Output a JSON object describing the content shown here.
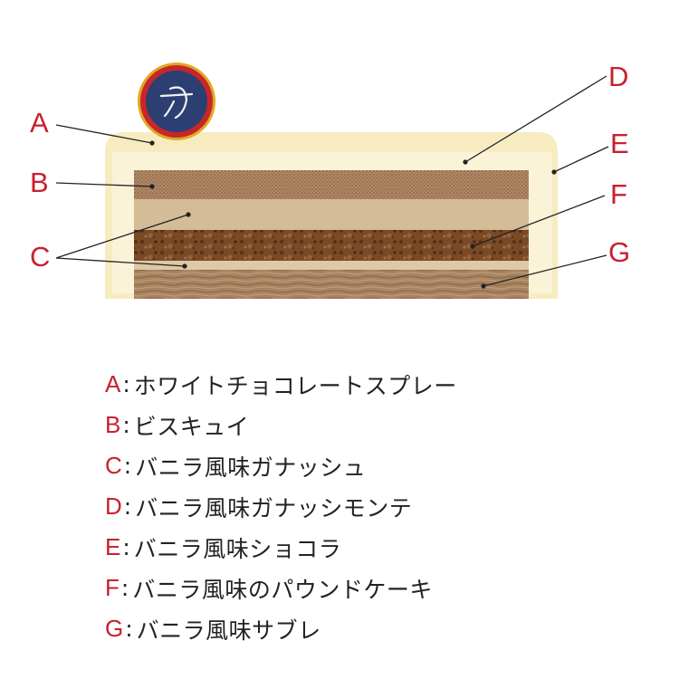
{
  "diagram": {
    "callouts": [
      {
        "letter": "A"
      },
      {
        "letter": "B"
      },
      {
        "letter": "C"
      },
      {
        "letter": "D"
      },
      {
        "letter": "E"
      },
      {
        "letter": "F"
      },
      {
        "letter": "G"
      }
    ],
    "colors": {
      "accent_red": "#c8202f",
      "outer_chocolate": "#f6ecc0",
      "ganache_monte": "#fbf3d8",
      "biscuit": "#b08866",
      "vanilla_ganache": "#d3bc96",
      "pound_cake": "#7a4a26",
      "sable": "#a98462",
      "seal_blue": "#2c3f72",
      "seal_ring": "#c7262a",
      "seal_gold": "#e3a823"
    }
  },
  "legend": {
    "items": [
      {
        "letter": "A",
        "colon": ":",
        "text": "ホワイトチョコレートスプレー"
      },
      {
        "letter": "B",
        "colon": ":",
        "text": "ビスキュイ"
      },
      {
        "letter": "C",
        "colon": ":",
        "text": "バニラ風味ガナッシュ"
      },
      {
        "letter": "D",
        "colon": ":",
        "text": "バニラ風味ガナッシモンテ"
      },
      {
        "letter": "E",
        "colon": ":",
        "text": "バニラ風味ショコラ"
      },
      {
        "letter": "F",
        "colon": ":",
        "text": "バニラ風味のパウンドケーキ"
      },
      {
        "letter": "G",
        "colon": ":",
        "text": "バニラ風味サブレ"
      }
    ]
  }
}
